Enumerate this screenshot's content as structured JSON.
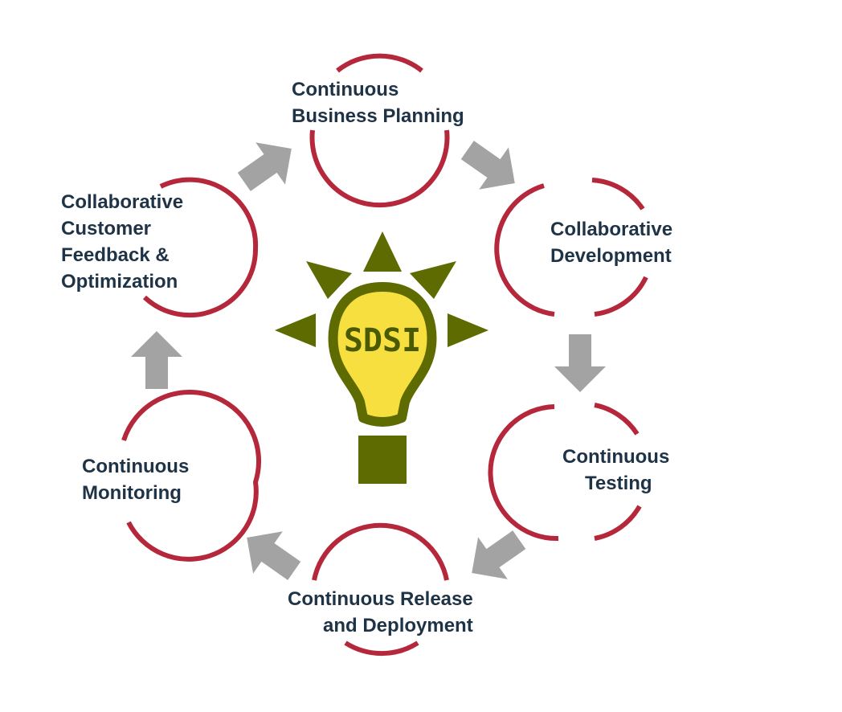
{
  "nodes": [
    {
      "id": "business-planning",
      "lines": [
        "Continuous",
        "Business Planning"
      ]
    },
    {
      "id": "collaborative-development",
      "lines": [
        "Collaborative",
        "Development"
      ]
    },
    {
      "id": "continuous-testing",
      "lines": [
        "Continuous",
        "Testing"
      ]
    },
    {
      "id": "release-deployment",
      "lines": [
        "Continuous Release",
        "and Deployment"
      ]
    },
    {
      "id": "continuous-monitoring",
      "lines": [
        "Continuous",
        "Monitoring"
      ]
    },
    {
      "id": "customer-feedback",
      "lines": [
        "Collaborative",
        "Customer",
        "Feedback &",
        "Optimization"
      ]
    }
  ],
  "center": {
    "label": "SDSI",
    "icon": "lightbulb-icon"
  },
  "colors": {
    "ring": "#b5273a",
    "arrow": "#a3a3a3",
    "bulb_fill": "#f6df3e",
    "bulb_outline": "#5d6b00",
    "rays": "#5d6b00",
    "text": "#1f3347"
  }
}
